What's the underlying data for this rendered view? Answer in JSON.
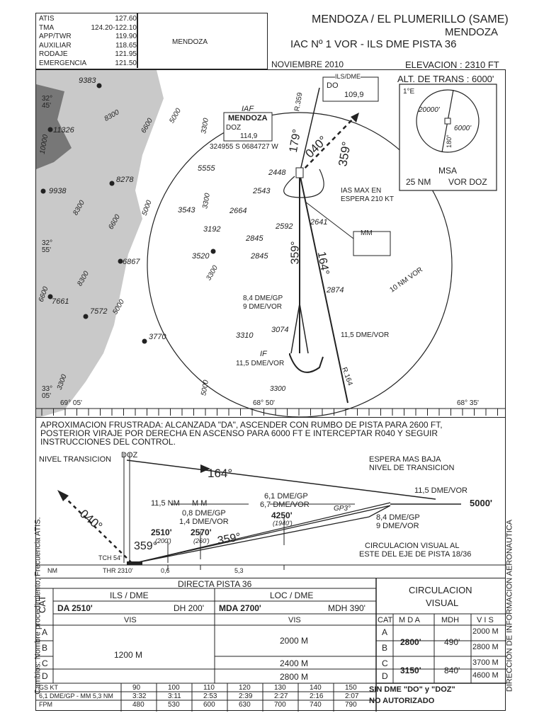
{
  "frequencies": [
    {
      "label": "ATIS",
      "value": "127.60"
    },
    {
      "label": "TMA",
      "value": "124.20-122.10"
    },
    {
      "label": "APP/TWR",
      "value": "119.90"
    },
    {
      "label": "AUXILIAR",
      "value": "118.65"
    },
    {
      "label": "RODAJE",
      "value": "121.95"
    },
    {
      "label": "EMERGENCIA",
      "value": "121.50"
    }
  ],
  "frequency_box_label": "MENDOZA",
  "header": {
    "airport": "MENDOZA / EL PLUMERILLO  (SAME)",
    "city": "MENDOZA",
    "procedure": "IAC Nº 1     VOR - ILS DME     PISTA 36",
    "date": "NOVIEMBRE 2010",
    "elevation": "ELEVACION : 2310 FT"
  },
  "plan": {
    "transition_alt": "ALT. DE TRANS : 6000'",
    "msa": {
      "label": "MSA",
      "range": "25 NM",
      "fix": "VOR DOZ",
      "north": "1°E",
      "alt_left": "20000'",
      "alt_right": "6000'",
      "bearing": "180°"
    },
    "iaf": {
      "label": "IAF",
      "name": "MENDOZA",
      "ident": "DOZ",
      "freq": "114,9",
      "coords": "324955 S  0684727 W"
    },
    "ils": {
      "label": "ILS/DME",
      "ident": "DO",
      "freq": "109,9"
    },
    "mm_label": "MM",
    "holding_note_1": "IAS MAX EN",
    "holding_note_2": "ESPERA 210 KT",
    "ring_label": "10 NM VOR",
    "courses": {
      "c040": "040°",
      "c359_top": "359°",
      "c179": "179°",
      "c359": "359°",
      "c164": "164°",
      "r359": "R.359",
      "r164": "R.164"
    },
    "fixes": {
      "gp_label_1": "8,4 DME/GP",
      "gp_label_2": "9 DME/VOR",
      "dme115": "11,5 DME/VOR",
      "if_label": "IF",
      "if_dme": "11,5 DME/VOR"
    },
    "elevations": [
      "9383",
      "11326",
      "9938",
      "8278",
      "6867",
      "7661",
      "7572",
      "3770",
      "5555",
      "3543",
      "3192",
      "3520",
      "2448",
      "2543",
      "2664",
      "2592",
      "2641",
      "2845",
      "2845",
      "2874",
      "3310",
      "3074"
    ],
    "contours": [
      "8300",
      "6600",
      "5000",
      "3300",
      "10000",
      "8300",
      "5000",
      "6600",
      "8300",
      "6600",
      "5000",
      "3300",
      "3300",
      "5000",
      "3300",
      "3300"
    ],
    "lat_labels": [
      "32° 45'",
      "32° 55'",
      "33° 05'"
    ],
    "lon_labels": [
      "69° 05'",
      "68° 50'",
      "68° 35'"
    ]
  },
  "missed": {
    "line1": "APROXIMACION FRUSTRADA: ALCANZADA \"DA\", ASCENDER CON RUMBO DE PISTA PARA 2600 FT,",
    "line2": "POSTERIOR VIRAJE POR DERECHA EN ASCENSO PARA  6000 FT E INTERCEPTAR R040 Y SEGUIR",
    "line3": "INSTRUCCIONES DEL CONTROL."
  },
  "profile": {
    "transition": "NIVEL TRANSICION",
    "doz": "DOZ",
    "hold1": "ESPERA MAS BAJA",
    "hold2": "NIVEL DE TRANSICION",
    "c164": "164°",
    "c040": "040°",
    "c359a": "359°",
    "c359b": "359°",
    "gp": "GP3°",
    "nm115": "11,5 NM",
    "mm": "M M",
    "dme115": "11,5 DME/VOR",
    "alt5000": "5000'",
    "gp61": "6,1 DME/GP",
    "vor67": "6,7 DME/VOR",
    "alt4250": "4250'",
    "alt1940": "(1940')",
    "gp84": "8,4 DME/GP",
    "vor9": "9 DME/VOR",
    "gp08": "0,8 DME/GP",
    "vor14": "1,4 DME/VOR",
    "alt2510": "2510'",
    "alt200": "(200')",
    "alt2570": "2570'",
    "alt260": "(260')",
    "circ1": "CIRCULACION VISUAL AL",
    "circ2": "ESTE DEL EJE DE PISTA 18/36",
    "tch": "TCH 54'",
    "nm": "NM",
    "thr": "THR 2310'",
    "d06": "0,6",
    "d53": "5,3"
  },
  "minima": {
    "title": "DIRECTA PISTA 36",
    "cat": "CAT",
    "ils": "ILS / DME",
    "loc": "LOC / DME",
    "da": "DA 2510'",
    "dh": "DH 200'",
    "mda": "MDA 2700'",
    "mdh": "MDH 390'",
    "vis": "VIS",
    "cats": [
      "A",
      "B",
      "C",
      "D"
    ],
    "ils_vis": "1200 M",
    "loc_vis": [
      "2000 M",
      "2400 M",
      "2800 M"
    ],
    "circ_title": "CIRCULACION VISUAL",
    "circ_head": [
      "CAT",
      "M D A",
      "MDH",
      "V I S"
    ],
    "circ_mda_ab": "2800'",
    "circ_mdh_ab": "490'",
    "circ_mda_cd": "3150'",
    "circ_mdh_cd": "840'",
    "circ_vis": [
      "2000 M",
      "2800 M",
      "3700 M",
      "4600 M"
    ],
    "note1": "SIN DME \"DO\" y \"DOZ\"",
    "note2": "NO AUTORIZADO"
  },
  "speed_table": {
    "rows": [
      {
        "label": "GS  KT",
        "values": [
          "90",
          "100",
          "110",
          "120",
          "130",
          "140",
          "150"
        ]
      },
      {
        "label": "6,1 DME/GP - MM 5,3 NM",
        "values": [
          "3:32",
          "3:11",
          "2:53",
          "2:39",
          "2:27",
          "2:16",
          "2:07"
        ]
      },
      {
        "label": "FPM",
        "values": [
          "480",
          "530",
          "600",
          "630",
          "700",
          "740",
          "790"
        ]
      }
    ]
  },
  "side_left": "Cambios: Nombre procedimiento, Frecuencia ATIS.",
  "side_right": "DIRECCION DE INFORMACION AERONAUTICA"
}
